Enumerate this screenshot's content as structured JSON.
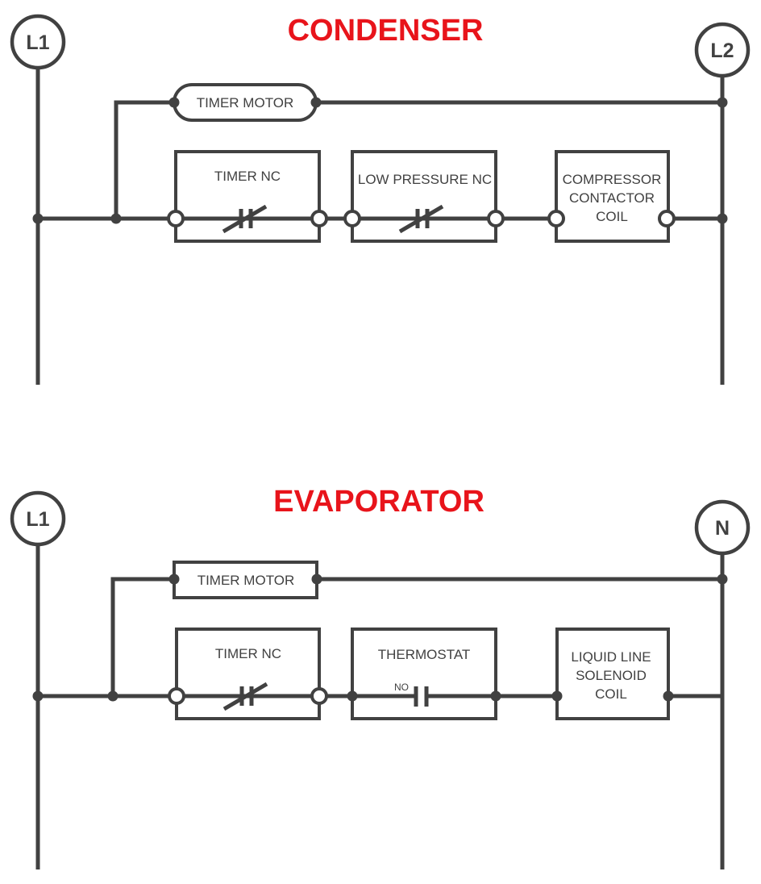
{
  "colors": {
    "wire": "#414141",
    "title": "#e8141b",
    "background": "#ffffff"
  },
  "condenser": {
    "title": "CONDENSER",
    "left_node": "L1",
    "right_node": "L2",
    "timer_motor": "TIMER MOTOR",
    "timer_nc": "TIMER NC",
    "low_pressure_nc": "LOW PRESSURE NC",
    "coil_line1": "COMPRESSOR",
    "coil_line2": "CONTACTOR",
    "coil_line3": "COIL"
  },
  "evaporator": {
    "title": "EVAPORATOR",
    "left_node": "L1",
    "right_node": "N",
    "timer_motor": "TIMER MOTOR",
    "timer_nc": "TIMER NC",
    "thermostat": "THERMOSTAT",
    "thermostat_contact": "NO",
    "coil_line1": "LIQUID LINE",
    "coil_line2": "SOLENOID",
    "coil_line3": "COIL"
  }
}
